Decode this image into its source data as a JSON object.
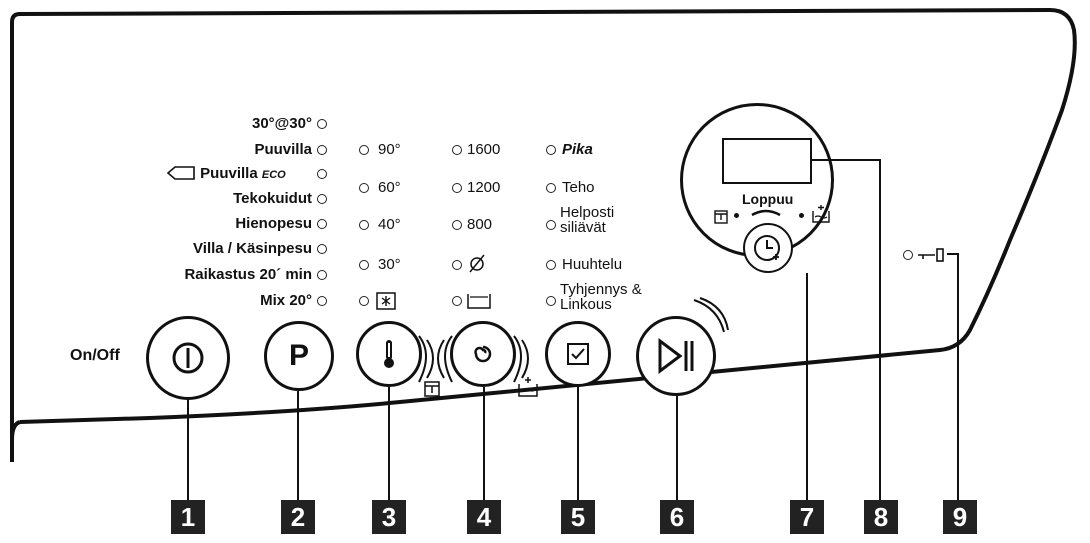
{
  "onoff_label": "On/Off",
  "programmes": [
    "30°@30°",
    "Puuvilla",
    "Puuvilla ECO",
    "Tekokuidut",
    "Hienopesu",
    "Villa / Käsinpesu",
    "Raikastus 20´ min",
    "Mix 20°"
  ],
  "eco_word": "Puuvilla",
  "eco_tag": "ECO",
  "temperatures": [
    "90°",
    "60°",
    "40°",
    "30°"
  ],
  "spins": [
    "1600",
    "1200",
    "800"
  ],
  "options": {
    "pika": "Pika",
    "teho": "Teho",
    "helposti_1": "Helposti",
    "helposti_2": "siliävät",
    "huuhtelu": "Huuhtelu",
    "tyhjennys_1": "Tyhjennys &",
    "tyhjennys_2": "Linkous"
  },
  "display_label": "Loppuu",
  "p_button": "P",
  "callouts": [
    "1",
    "2",
    "3",
    "4",
    "5",
    "6",
    "7",
    "8",
    "9"
  ],
  "icons": {
    "onoff": "power-icon",
    "temperature": "thermometer-icon",
    "spin": "spin-icon",
    "options": "checkbox-icon",
    "start": "play-pause-icon",
    "delay": "clock-icon",
    "lock": "key-lock-icon"
  }
}
